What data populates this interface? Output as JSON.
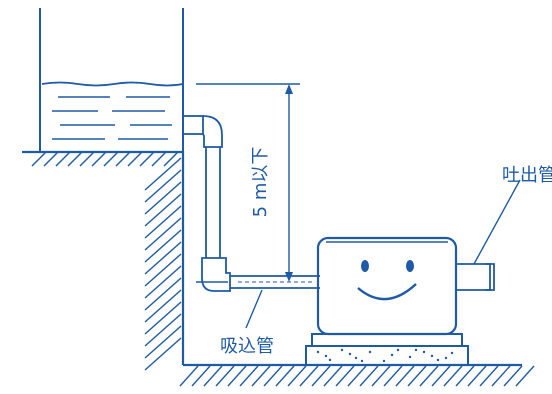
{
  "diagram": {
    "ink_color": "#1f5aa6",
    "labels": {
      "discharge_pipe": "吐出管",
      "suction_pipe": "吸込管",
      "height_limit": "5 m以下"
    },
    "icons": {
      "pump": "smiling-pump-icon",
      "tank": "water-tank-icon"
    }
  }
}
